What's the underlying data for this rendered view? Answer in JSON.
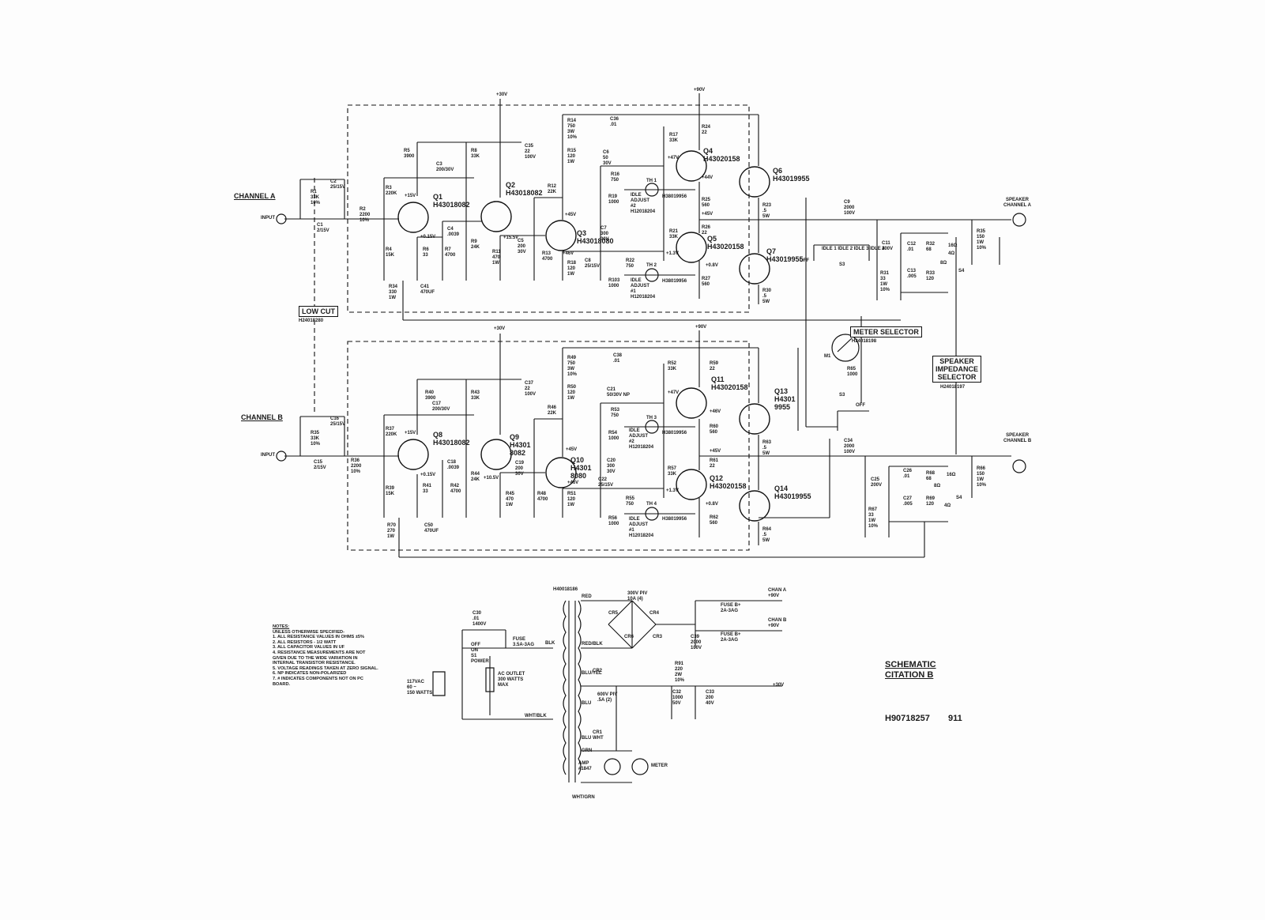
{
  "title_block": {
    "title": "SCHEMATIC",
    "subtitle": "CITATION B",
    "part_number": "H90718257",
    "page_number": "911"
  },
  "channels": {
    "a": "CHANNEL A",
    "b": "CHANNEL B"
  },
  "boxes": {
    "low_cut": "LOW CUT",
    "low_cut_pn": "H24018280",
    "meter_selector": "METER SELECTOR",
    "meter_selector_pn": "H24018198",
    "speaker_impedance": [
      "SPEAKER",
      "IMPEDANCE",
      "SELECTOR"
    ],
    "speaker_impedance_pn": "H24018197"
  },
  "io": {
    "input_a": "INPUT",
    "input_b": "INPUT",
    "speaker_a": [
      "SPEAKER",
      "CHANNEL A"
    ],
    "speaker_b": [
      "SPEAKER",
      "CHANNEL B"
    ]
  },
  "rails": {
    "plus30": "+30V",
    "plus90": "+90V"
  },
  "transistors": {
    "q1": [
      "Q1",
      "H43018082"
    ],
    "q2": [
      "Q2",
      "H43018082"
    ],
    "q3": [
      "Q3",
      "H43018080"
    ],
    "q4": [
      "Q4",
      "H43020158"
    ],
    "q5": [
      "Q5",
      "H43020158"
    ],
    "q6": [
      "Q6",
      "H43019955"
    ],
    "q7": [
      "Q7",
      "H43019955"
    ],
    "q8": [
      "Q8",
      "H43018082"
    ],
    "q9": [
      "Q9",
      "H4301",
      "8082"
    ],
    "q10": [
      "Q10",
      "H4301",
      "8080"
    ],
    "q11": [
      "Q11",
      "H43020158"
    ],
    "q12": [
      "Q12",
      "H43020158"
    ],
    "q13": [
      "Q13",
      "H4301",
      "9955"
    ],
    "q14": [
      "Q14",
      "H43019955"
    ]
  },
  "components_a": {
    "r1": [
      "R1",
      "33K",
      "10%"
    ],
    "c2": [
      "C2",
      "25/15V"
    ],
    "c1": [
      "C1",
      "2/15V"
    ],
    "r2": [
      "R2",
      "2200",
      "10%"
    ],
    "r3": [
      "R3",
      "220K"
    ],
    "r4": [
      "R4",
      "15K"
    ],
    "r5": [
      "R5",
      "3900"
    ],
    "c3": [
      "C3",
      "200/30V"
    ],
    "r6": [
      "R6",
      "33"
    ],
    "r7": [
      "R7",
      "4700"
    ],
    "c4": [
      "C4",
      ".0039"
    ],
    "r8": [
      "R8",
      "33K"
    ],
    "r9": [
      "R9",
      "24K"
    ],
    "c35": [
      "C35",
      "22",
      "100V"
    ],
    "r11": [
      "R11",
      "470",
      "1W"
    ],
    "c5": [
      "C5",
      "200",
      "30V"
    ],
    "r12": [
      "R12",
      "22K"
    ],
    "r13": [
      "R13",
      "4700"
    ],
    "r14": [
      "R14",
      "750",
      "3W",
      "10%"
    ],
    "r15": [
      "R15",
      "120",
      "1W"
    ],
    "c36": [
      "C36",
      ".01"
    ],
    "c6": [
      "C6",
      "50",
      "30V"
    ],
    "r16": [
      "R16",
      "750"
    ],
    "r19": [
      "R19",
      "1000"
    ],
    "th1": "TH 1",
    "th1_pn": "H38019956",
    "idle2": [
      "IDLE",
      "ADJUST",
      "#2"
    ],
    "idle2_pn": "H12018204",
    "r17": [
      "R17",
      "33K"
    ],
    "r24": [
      "R24",
      "22"
    ],
    "r25": [
      "R25",
      "560"
    ],
    "r26": [
      "R26",
      "22"
    ],
    "c7": [
      "C7",
      "300",
      "30V"
    ],
    "c8": [
      "C8",
      "25/15V"
    ],
    "r18": [
      "R18",
      "120",
      "1W"
    ],
    "r22": [
      "R22",
      "750"
    ],
    "r103": [
      "R103",
      "1000"
    ],
    "th2": "TH 2",
    "th2_pn": "H38019956",
    "idle1": [
      "IDLE",
      "ADJUST",
      "#1"
    ],
    "idle1_pn": "H12018204",
    "r21": [
      "R21",
      "33K"
    ],
    "r27": [
      "R27",
      "560"
    ],
    "r23": [
      "R23",
      ".5",
      "5W"
    ],
    "r30": [
      "R30",
      ".5",
      "5W"
    ],
    "c9": [
      "C9",
      "2000",
      "100V"
    ],
    "r34": [
      "R34",
      "330",
      "1W"
    ],
    "c41": [
      "C41",
      "470UF"
    ],
    "c11": [
      "C11",
      "200V"
    ],
    "c12": [
      "C12",
      ".01"
    ],
    "c13": [
      "C13",
      ".005"
    ],
    "r31": [
      "R31",
      "33",
      "1W",
      "10%"
    ],
    "r32": [
      "R32",
      "68"
    ],
    "r33": [
      "R33",
      "120"
    ],
    "r35": [
      "R35",
      "150",
      "1W",
      "10%"
    ],
    "s4": "S4",
    "ohm": [
      "16Ω",
      "4Ω",
      "8Ω"
    ]
  },
  "components_b": {
    "r35b": [
      "R35",
      "33K",
      "10%"
    ],
    "c16": [
      "C16",
      "25/15V"
    ],
    "c15": [
      "C15",
      "2/15V"
    ],
    "r36": [
      "R36",
      "2200",
      "10%"
    ],
    "r37": [
      "R37",
      "220K"
    ],
    "r39": [
      "R39",
      "15K"
    ],
    "r40": [
      "R40",
      "3900"
    ],
    "c17": [
      "C17",
      "200/30V"
    ],
    "r41": [
      "R41",
      "33"
    ],
    "r42": [
      "R42",
      "4700"
    ],
    "c18": [
      "C18",
      ".0039"
    ],
    "r43": [
      "R43",
      "33K"
    ],
    "r44": [
      "R44",
      "24K"
    ],
    "c37": [
      "C37",
      "22",
      "100V"
    ],
    "r45": [
      "R45",
      "470",
      "1W"
    ],
    "c19": [
      "C19",
      "200",
      "30V"
    ],
    "r46": [
      "R46",
      "22K"
    ],
    "r48": [
      "R48",
      "4700"
    ],
    "r49": [
      "R49",
      "750",
      "3W",
      "10%"
    ],
    "r50": [
      "R50",
      "120",
      "1W"
    ],
    "c38": [
      "C38",
      ".01"
    ],
    "c21": [
      "C21",
      "50/30V NP"
    ],
    "r53": [
      "R53",
      "750"
    ],
    "r54": [
      "R54",
      "1000"
    ],
    "th3": "TH 3",
    "th3_pn": "H38019956",
    "idle2": [
      "IDLE",
      "ADJUST",
      "#2"
    ],
    "idle2_pn": "H12018204",
    "r52": [
      "R52",
      "33K"
    ],
    "r59": [
      "R59",
      "22"
    ],
    "r60": [
      "R60",
      "560"
    ],
    "r61": [
      "R61",
      "22"
    ],
    "c20": [
      "C20",
      "300",
      "30V"
    ],
    "c22": [
      "C22",
      "25/15V"
    ],
    "r51": [
      "R51",
      "120",
      "1W"
    ],
    "r55": [
      "R55",
      "750"
    ],
    "r56": [
      "R56",
      "1000"
    ],
    "th4": "TH 4",
    "th4_pn": "H38019956",
    "idle1": [
      "IDLE",
      "ADJUST",
      "#1"
    ],
    "idle1_pn": "H12018204",
    "r57": [
      "R57",
      "33K"
    ],
    "r62": [
      "R62",
      "560"
    ],
    "r63": [
      "R63",
      ".5",
      "5W"
    ],
    "r64": [
      "R64",
      ".5",
      "5W"
    ],
    "c34": [
      "C34",
      "2000",
      "100V"
    ],
    "r70": [
      "R70",
      "270",
      "1W"
    ],
    "c50": [
      "C50",
      "470UF"
    ],
    "c25": [
      "C25",
      "200V"
    ],
    "c26": [
      "C26",
      ".01"
    ],
    "c27": [
      "C27",
      ".005"
    ],
    "r67": [
      "R67",
      "33",
      "1W",
      "10%"
    ],
    "r68": [
      "R68",
      "68"
    ],
    "r69": [
      "R69",
      "120"
    ],
    "r66": [
      "R66",
      "150",
      "1W",
      "10%"
    ],
    "s4": "S4",
    "ohm": [
      "16Ω",
      "8Ω",
      "4Ω"
    ]
  },
  "voltages": {
    "a": [
      "+15V",
      "+0.15V",
      "+15.5V",
      "+45V",
      "+47V",
      "+44V",
      "+45V",
      "+1.3V",
      "+0.8V",
      "+46V"
    ],
    "b": [
      "+15V",
      "+0.15V",
      "+10.5V",
      "+45V",
      "+47V",
      "+46V",
      "+45V",
      "+1.3V",
      "+0.8V",
      "+46V"
    ]
  },
  "meter": {
    "m1": "M1",
    "r65": [
      "R65",
      "1000"
    ],
    "s3": "S3",
    "off": "OFF",
    "idle": [
      "IDLE",
      "1",
      "IDLE",
      "2",
      "IDLE",
      "3",
      "IDLE",
      "4"
    ]
  },
  "power": {
    "transformer_pn": "H40018186",
    "red": "RED",
    "red_blk": "RED/BLK",
    "blk": "BLK",
    "blu_yel": "BLU/YEL",
    "blu": "BLU",
    "blu_wht": "BLU WHT",
    "grn": "GRN",
    "wht_blk": "WHT/BLK",
    "wht_grn": "WHT/GRN",
    "c30": [
      "C30",
      ".01",
      "1400V"
    ],
    "s1": [
      "OFF",
      "ON",
      "S1",
      "POWER"
    ],
    "fuse_main": [
      "FUSE",
      "3.5A-3AG"
    ],
    "outlet": [
      "AC OUTLET",
      "300 WATTS",
      "MAX"
    ],
    "mains": [
      "117VAC",
      "60 ~",
      "150 WATTS"
    ],
    "bridge_rating": [
      "300V PIV",
      "10A (4)"
    ],
    "cr_bridge": [
      "CR5",
      "CR4",
      "CR6",
      "CR3"
    ],
    "c39": [
      "C39",
      "2000",
      "100V"
    ],
    "fuse_a": [
      "FUSE B+",
      "2A-3AG"
    ],
    "fuse_b": [
      "FUSE B+",
      "2A-3AG"
    ],
    "chan_a": [
      "CHAN A",
      "+90V"
    ],
    "chan_b": [
      "CHAN B",
      "+90V"
    ],
    "cr2": "CR2",
    "cr1": "CR1",
    "diode_rating": [
      "600V PIV",
      ".5A (2)"
    ],
    "r91": [
      "R91",
      "220",
      "2W",
      "10%"
    ],
    "c32": [
      "C32",
      "1000",
      "50V"
    ],
    "c33": [
      "C33",
      "200",
      "40V"
    ],
    "plus30": "+30V",
    "lamp": [
      "AMP",
      "#1847"
    ],
    "meter_label": "METER"
  },
  "notes": [
    "NOTES:",
    "UNLESS OTHERWISE SPECIFIED-",
    "1. ALL RESISTANCE VALUES IN OHMS ±5%",
    "2. ALL RESISTORS - 1/2 WATT",
    "3. ALL CAPACITOR VALUES IN UF",
    "4. RESISTANCE MEASUREMENTS ARE NOT GIVEN DUE TO THE WIDE VARIATION IN INTERNAL TRANSISTOR RESISTANCE.",
    "5. VOLTAGE READINGS TAKEN AT ZERO SIGNAL.",
    "6. NP INDICATES NON-POLARIZED",
    "7. # INDICATES COMPONENTS NOT ON PC BOARD."
  ]
}
